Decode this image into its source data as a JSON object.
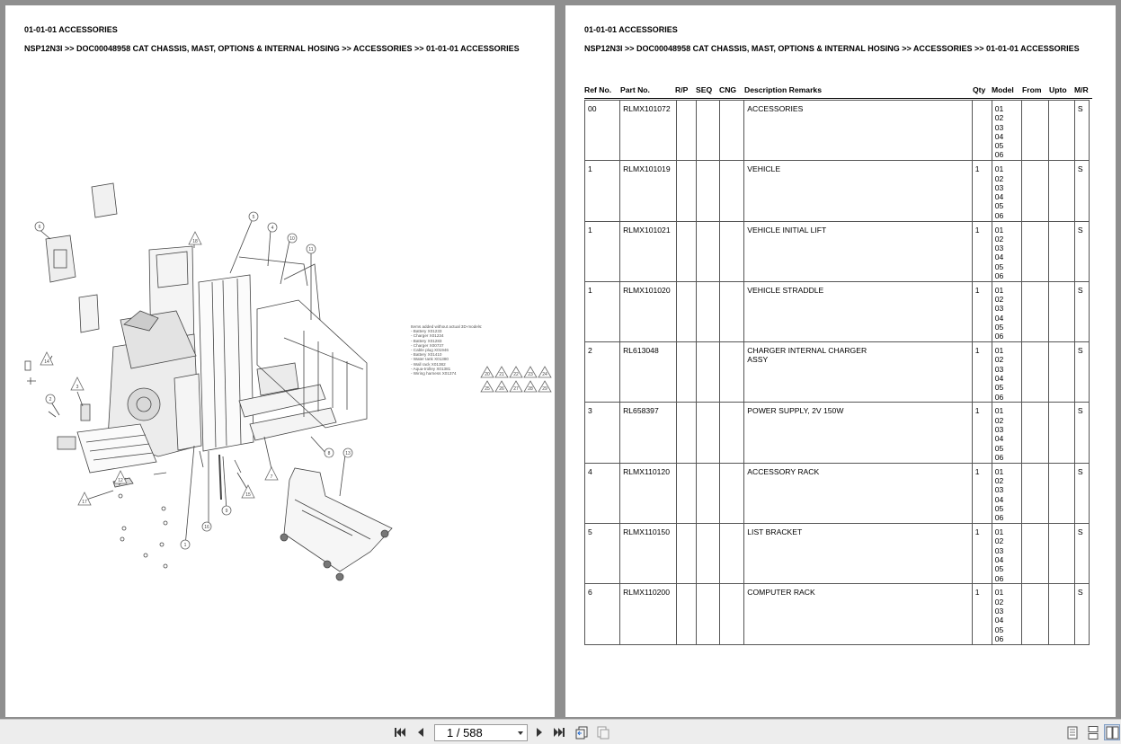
{
  "left_page": {
    "title": "01-01-01 ACCESSORIES",
    "breadcrumb": "NSP12N3I >> DOC00048958 CAT CHASSIS, MAST, OPTIONS & INTERNAL HOSING >> ACCESSORIES >> 01-01-01 ACCESSORIES",
    "diagram_notes": "Items added without actual 3D-models:\n- Battery X01233\n- Charger X01234\n- Battery X01283\n- Charger X00737\n- Cable plug X01946\n- Battery X01410\n- Water tank X01380\n- Wall rack X01382\n- Aqua-trolley X01381\n- Wiring harness X01374",
    "callouts_circle": [
      "6",
      "5",
      "4",
      "10",
      "11",
      "2",
      "16",
      "1",
      "9",
      "8",
      "13"
    ],
    "callouts_triangle": [
      "18",
      "14",
      "3",
      "12",
      "17",
      "7",
      "15",
      "20",
      "21",
      "22",
      "23",
      "24",
      "25",
      "26",
      "27",
      "28",
      "29"
    ]
  },
  "right_page": {
    "title": "01-01-01 ACCESSORIES",
    "breadcrumb": "NSP12N3I >> DOC00048958 CAT CHASSIS, MAST, OPTIONS & INTERNAL HOSING >> ACCESSORIES >> 01-01-01 ACCESSORIES",
    "columns": {
      "ref": "Ref No.",
      "part": "Part No.",
      "rp": "R/P",
      "seq": "SEQ",
      "cng": "CNG",
      "desc": "Description Remarks",
      "qty": "Qty",
      "model": "Model",
      "from": "From",
      "upto": "Upto",
      "mr": "M/R"
    },
    "rows": [
      {
        "ref": "00",
        "part": "RLMX101072",
        "desc": "ACCESSORIES",
        "qty": "",
        "models": [
          "01",
          "02",
          "03",
          "04",
          "05",
          "06"
        ],
        "mr": "S"
      },
      {
        "ref": "1",
        "part": "RLMX101019",
        "desc": "VEHICLE",
        "qty": "1",
        "models": [
          "01",
          "02",
          "03",
          "04",
          "05",
          "06"
        ],
        "mr": "S"
      },
      {
        "ref": "1",
        "part": "RLMX101021",
        "desc": "VEHICLE INITIAL LIFT",
        "qty": "1",
        "models": [
          "01",
          "02",
          "03",
          "04",
          "05",
          "06"
        ],
        "mr": "S"
      },
      {
        "ref": "1",
        "part": "RLMX101020",
        "desc": "VEHICLE STRADDLE",
        "qty": "1",
        "models": [
          "01",
          "02",
          "03",
          "04",
          "05",
          "06"
        ],
        "mr": "S"
      },
      {
        "ref": "2",
        "part": "RL613048",
        "desc": "CHARGER INTERNAL CHARGER\nASSY",
        "qty": "1",
        "models": [
          "01",
          "02",
          "03",
          "04",
          "05",
          "06"
        ],
        "mr": "S"
      },
      {
        "ref": "3",
        "part": "RL658397",
        "desc": "POWER SUPPLY, 2V 150W",
        "qty": "1",
        "models": [
          "01",
          "02",
          "03",
          "04",
          "05",
          "06"
        ],
        "mr": "S"
      },
      {
        "ref": "4",
        "part": "RLMX110120",
        "desc": "ACCESSORY RACK",
        "qty": "1",
        "models": [
          "01",
          "02",
          "03",
          "04",
          "05",
          "06"
        ],
        "mr": "S"
      },
      {
        "ref": "5",
        "part": "RLMX110150",
        "desc": "LIST BRACKET",
        "qty": "1",
        "models": [
          "01",
          "02",
          "03",
          "04",
          "05",
          "06"
        ],
        "mr": "S"
      },
      {
        "ref": "6",
        "part": "RLMX110200",
        "desc": "COMPUTER RACK",
        "qty": "1",
        "models": [
          "01",
          "02",
          "03",
          "04",
          "05",
          "06"
        ],
        "mr": "S"
      }
    ]
  },
  "toolbar": {
    "page_indicator": "1 / 588",
    "icons": [
      "first-page-icon",
      "prev-page-icon",
      "next-page-icon",
      "last-page-icon",
      "prev-view-icon",
      "next-view-icon",
      "single-page-icon",
      "continuous-icon",
      "facing-pages-icon"
    ]
  }
}
